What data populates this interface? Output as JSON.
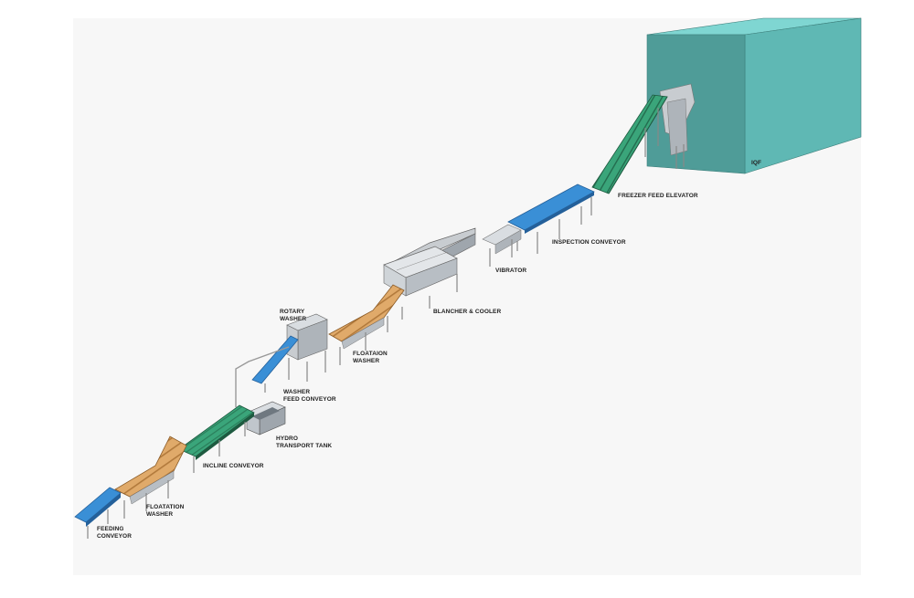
{
  "labels": {
    "feeding_conveyor": [
      "FEEDING",
      "CONVEYOR"
    ],
    "floatation_washer_1": [
      "FLOATATION",
      "WASHER"
    ],
    "incline_conveyor": "INCLINE CONVEYOR",
    "hydro_transport_tank": [
      "HYDRO",
      "TRANSPORT TANK"
    ],
    "washer_feed_conveyor": [
      "WASHER",
      "FEED CONVEYOR"
    ],
    "rotary_washer": [
      "ROTARY",
      "WASHER"
    ],
    "floataion_washer_2": [
      "FLOATAION",
      "WASHER"
    ],
    "blancher_cooler": "BLANCHER & COOLER",
    "vibrator": "VIBRATOR",
    "inspection_conveyor": "INSPECTION CONVEYOR",
    "freezer_feed_elevator": "FREEZER FEED ELEVATOR",
    "iqf": "IQF"
  },
  "colors": {
    "blue_belt": "#3a8fd6",
    "green_belt": "#3aa57a",
    "wood_belt": "#e0aa6a",
    "steel": "#c8ccd0",
    "iqf_front": "#4f9c98",
    "iqf_top": "#7fd6d2",
    "iqf_side": "#5fb8b4"
  }
}
